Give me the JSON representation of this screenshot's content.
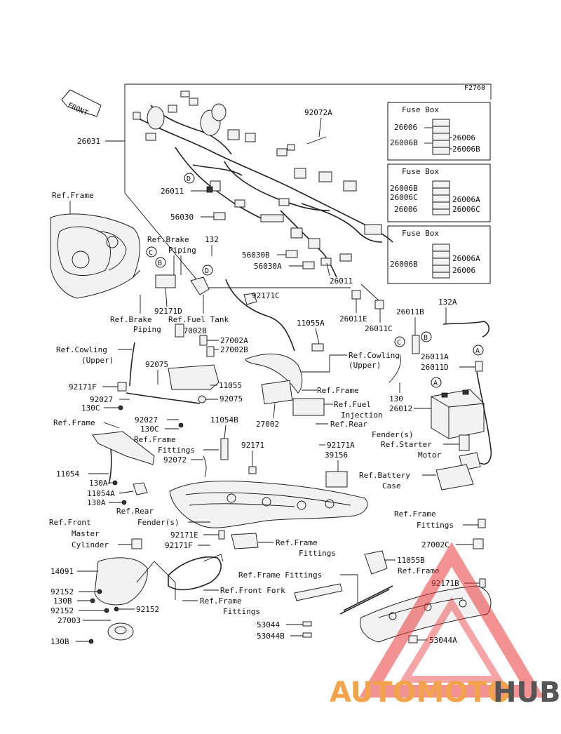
{
  "figure_code": "F2760",
  "front_label": "FRONT",
  "fuse_boxes": [
    {
      "title": "Fuse Box",
      "labels": [
        "26006",
        "26006",
        "26006B",
        "26006B"
      ]
    },
    {
      "title": "Fuse Box",
      "labels": [
        "26006B",
        "26006C",
        "26006A",
        "26006",
        "26006C"
      ]
    },
    {
      "title": "Fuse Box",
      "labels": [
        "26006B",
        "26006A",
        "26006"
      ]
    }
  ],
  "circle_markers": [
    "A",
    "B",
    "C",
    "D"
  ],
  "labels": {
    "p92072A": "92072A",
    "p26031": "26031",
    "ref_frame_top": "Ref.Frame",
    "p26011": "26011",
    "p56030": "56030",
    "p56030B": "56030B",
    "p56030A": "56030A",
    "p26011b": "26011",
    "p26011E": "26011E",
    "p26011C": "26011C",
    "ref_brake_piping_1": "Ref.Brake",
    "ref_brake_piping_2": "Piping",
    "p132": "132",
    "p92171D": "92171D",
    "ref_brake_piping2_1": "Ref.Brake",
    "ref_brake_piping2_2": "Piping",
    "ref_fuel_tank": "Ref.Fuel Tank",
    "p92171C": "92171C",
    "p11055A": "11055A",
    "p26011B": "26011B",
    "p132A": "132A",
    "p27002B_1": "27002B",
    "p27002A": "27002A",
    "p27002B_2": "27002B",
    "ref_cowling_upper_l1": "Ref.Cowling",
    "ref_cowling_upper_l2": "(Upper)",
    "ref_cowling_upper_r1": "Ref.Cowling",
    "ref_cowling_upper_r2": "(Upper)",
    "p26011A": "26011A",
    "p26011D": "26011D",
    "p92075_1": "92075",
    "p92171F": "92171F",
    "p11055": "11055",
    "ref_frame_mid": "Ref.Frame",
    "p92027_1": "92027",
    "p92075_2": "92075",
    "p130C_1": "130C",
    "p130": "130",
    "p26012": "26012",
    "ref_fuel_injection_1": "Ref.Fuel",
    "ref_fuel_injection_2": "Injection",
    "p27002": "27002",
    "ref_frame_left": "Ref.Frame",
    "p92027_2": "92027",
    "p130C_2": "130C",
    "p11054B": "11054B",
    "ref_rear_fender_r1": "Ref.Rear",
    "ref_rear_fender_r2": "Fender(s)",
    "ref_frame_fittings_1": "Ref.Frame",
    "ref_frame_fittings_2": "Fittings",
    "p92171": "92171",
    "p92171A": "92171A",
    "ref_starter_motor_1": "Ref.Starter",
    "ref_starter_motor_2": "Motor",
    "p92072": "92072",
    "p39156": "39156",
    "p11054": "11054",
    "p130A_1": "130A",
    "ref_battery_case_1": "Ref.Battery",
    "ref_battery_case_2": "Case",
    "p11054A": "11054A",
    "p130A_2": "130A",
    "ref_rear_fender_l1": "Ref.Rear",
    "ref_rear_fender_l2": "Fender(s)",
    "ref_front_master_1": "Ref.Front",
    "ref_front_master_2": "Master",
    "ref_front_master_3": "Cylinder",
    "ref_frame_fittings_r1": "Ref.Frame",
    "ref_frame_fittings_r2": "Fittings",
    "p92171E": "92171E",
    "ref_frame_fittings_m1": "Ref.Frame",
    "ref_frame_fittings_m2": "Fittings",
    "p27002C": "27002C",
    "p92171F_2": "92171F",
    "p11055B": "11055B",
    "ref_frame_fittings_long": "Ref.Frame Fittings",
    "ref_frame_br": "Ref.Frame",
    "p14091": "14091",
    "ref_front_fork": "Ref.Front Fork",
    "p92171B": "92171B",
    "p92152_1": "92152",
    "ref_frame_fittings_b1": "Ref.Frame",
    "ref_frame_fittings_b2": "Fittings",
    "p130B_1": "130B",
    "p92152_2": "92152",
    "p92152_3": "92152",
    "p27003": "27003",
    "p53044": "53044",
    "p53044B": "53044B",
    "p53044A": "53044A",
    "p130B_2": "130B"
  },
  "watermark": {
    "part1": "AUTOMOTO",
    "part2": "HUB",
    "color_orange": "#f3a44a",
    "color_gray": "#555555",
    "color_triangle": "#e8383a"
  }
}
